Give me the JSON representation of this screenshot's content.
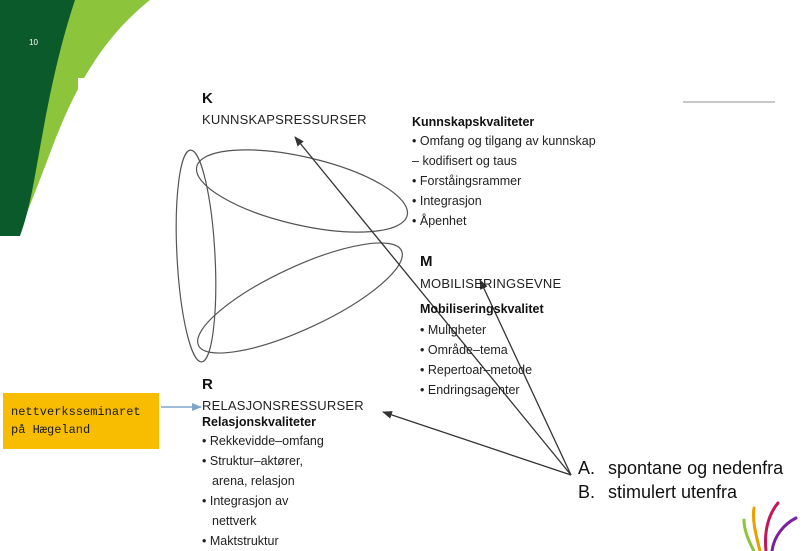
{
  "slide_number": "10",
  "k": {
    "letter": "K",
    "heading": "KUNNSKAPSRESSURSER",
    "quality_title": "Kunnskapskvaliteter",
    "items": [
      {
        "text": "Omfang og tilgang av kunnskap",
        "continuation": false
      },
      {
        "text": "kodifisert og taus",
        "continuation": true
      },
      {
        "text": "Forståingsrammer",
        "continuation": false
      },
      {
        "text": "Integrasjon",
        "continuation": false
      },
      {
        "text": "Åpenhet",
        "continuation": false
      }
    ]
  },
  "m": {
    "letter": "M",
    "heading": "MOBILISERINGSEVNE",
    "quality_title": "Mobiliseringskvalitet",
    "items": [
      "Muligheter",
      "Område–tema",
      "Repertoar–metode",
      "Endringsagenter"
    ]
  },
  "r": {
    "letter": "R",
    "heading": "RELASJONSRESSURSER",
    "quality_title": "Relasjonskvaliteter",
    "items": [
      "Rekkevidde–omfang",
      "Struktur–aktører,",
      "arena, relasjon",
      "Integrasjon av",
      "nettverk",
      "Maktstruktur"
    ]
  },
  "callout": {
    "line1": "nettverksseminaret",
    "line2": "på Hægeland"
  },
  "options": [
    {
      "key": "A.",
      "text": "spontane og nedenfra"
    },
    {
      "key": "B.",
      "text": "stimulert utenfra"
    }
  ],
  "colors": {
    "dark_green": "#0a5a2c",
    "light_green": "#8cc43c",
    "callout": "#f8bd00",
    "arrow": "#7fa6c9"
  }
}
